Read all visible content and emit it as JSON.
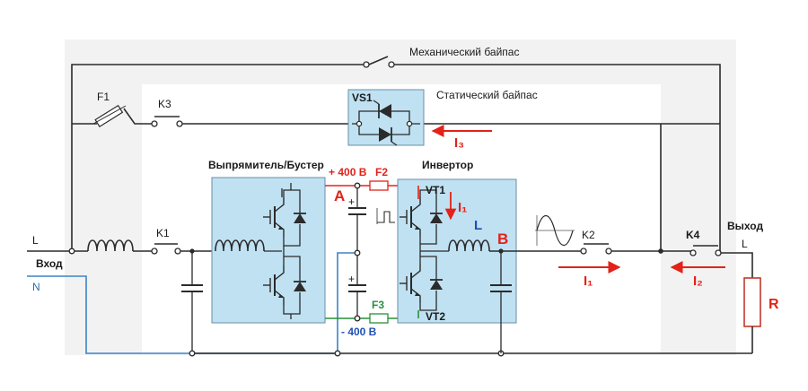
{
  "labels": {
    "mechanical_bypass": "Механический байпас",
    "static_bypass": "Статический байпас",
    "rectifier": "Выпрямитель/Бустер",
    "inverter": "Инвертор",
    "input": "Вход",
    "output": "Выход",
    "line_in": "L",
    "line_out": "L",
    "neutral": "N",
    "fuse_f1": "F1",
    "fuse_f2": "F2",
    "fuse_f3": "F3",
    "contactor_k1": "K1",
    "contactor_k2": "K2",
    "contactor_k3": "K3",
    "contactor_k4": "K4",
    "thyristor_vs1": "VS1",
    "transistor_vt1": "VT1",
    "transistor_vt2": "VT2",
    "plus_dc": "+ 400 В",
    "minus_dc": "- 400 В",
    "node_a": "A",
    "node_b": "B",
    "inductor_l": "L",
    "load_r": "R",
    "current_i1_vertical": "I₁",
    "current_i1": "I₁",
    "current_i2": "I₂",
    "current_i3": "I₃"
  },
  "colors": {
    "wire": "#2b2b2b",
    "module_fill": "#bfe1f2",
    "highlight": "#e32219",
    "dc_minus": "#1f4fb5",
    "dc_green": "#2a8f3a",
    "neutral_wire": "#3a84c9",
    "background_panel": "#f0f0f0"
  },
  "icons": {
    "igbt": "igbt-transistor-icon",
    "thyristor": "thyristor-icon",
    "coil": "inductor-coil-icon",
    "fuse": "fuse-icon",
    "switch": "contactor-switch-icon",
    "capacitor": "capacitor-icon",
    "resistor": "load-resistor-icon",
    "sine": "sine-wave-icon",
    "pulse": "pwm-pulse-icon"
  }
}
